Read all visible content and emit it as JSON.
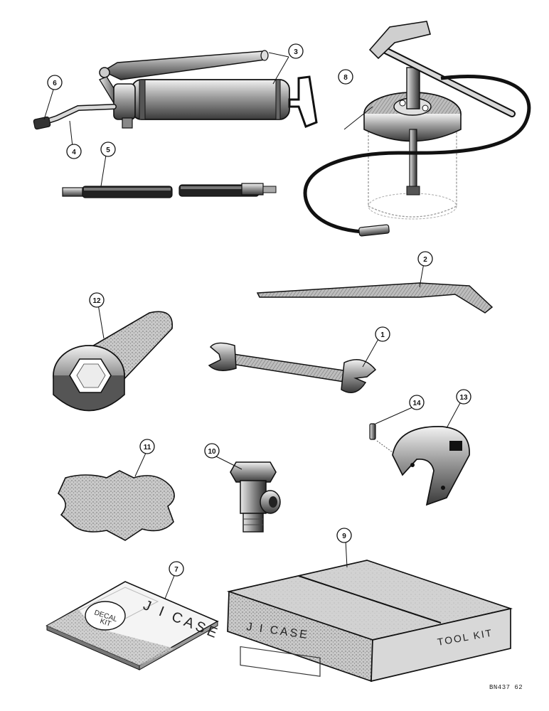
{
  "callouts": [
    "1",
    "2",
    "3",
    "4",
    "5",
    "6",
    "7",
    "8",
    "9",
    "10",
    "11",
    "12",
    "13",
    "14"
  ],
  "box_labels": {
    "maker": "J I CASE",
    "contents": "TOOL KIT"
  },
  "booklet": {
    "maker": "J I CASE",
    "seal_line1": "DECAL",
    "seal_line2": "KIT"
  },
  "drawing_code": "BN437 62",
  "colors": {
    "ink": "#111111",
    "shade": "#8a8a8a",
    "light": "#d8d8d8",
    "paper": "#ffffff"
  }
}
